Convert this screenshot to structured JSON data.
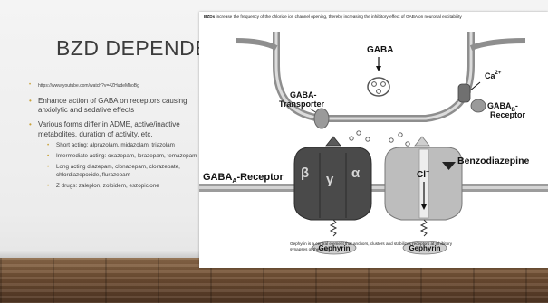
{
  "slide": {
    "title": "BZD DEPENDENCE",
    "bullets": [
      {
        "text": "https://www.youtube.com/watch?v=4ZHudeMhoBg"
      },
      {
        "text": "Enhance action of GABA on receptors causing anxiolytic and sedative effects"
      },
      {
        "text": "Various forms differ in ADME, active/inactive metabolites, duration of activity, etc.",
        "sub": [
          "Short acting: alprazolam, midazolam, triazolam",
          "Intermediate acting: oxazepam, lorazepam, temazepam",
          "Long acting diazepam, clonazepam, clorazepate, chlordiazepoxide, flurazepam",
          "Z drugs: zaleplon, zolpidem, eszopiclone"
        ]
      }
    ]
  },
  "figure": {
    "top_text_bold": "BZDs",
    "top_text": " increase the frequency of the chloride ion channel opening, thereby increasing the inhibitory effect of GABA on neuronal excitability",
    "labels": {
      "gaba": "GABA",
      "transporter_1": "GABA-",
      "transporter_2": "Transporter",
      "ca": "Ca",
      "ca_sup": "2+",
      "gabab_1": "GABA",
      "gabab_sub": "B",
      "gabab_2": "-",
      "gabab_3": "Receptor",
      "gabaa_1": "GABA",
      "gabaa_sub": "A",
      "gabaa_2": "-Receptor",
      "beta": "β",
      "gamma": "γ",
      "alpha": "α",
      "benzodiazepine": "Benzodiazepine",
      "cl": "Cl",
      "cl_sup": "−",
      "gephyrin_left": "Gephyrin",
      "gephyrin_right": "Gephyrin"
    },
    "bottom_text": "Gephyrin is a central element that anchors, clusters and stabilizes receptors at inhibitory synapses of the brain"
  },
  "colors": {
    "accent": "#c9a23a",
    "title": "#3c3c3c",
    "receptor_dark": "#4a4a4a",
    "receptor_light": "#bdbdbd",
    "membrane": "#8e8e8e"
  }
}
